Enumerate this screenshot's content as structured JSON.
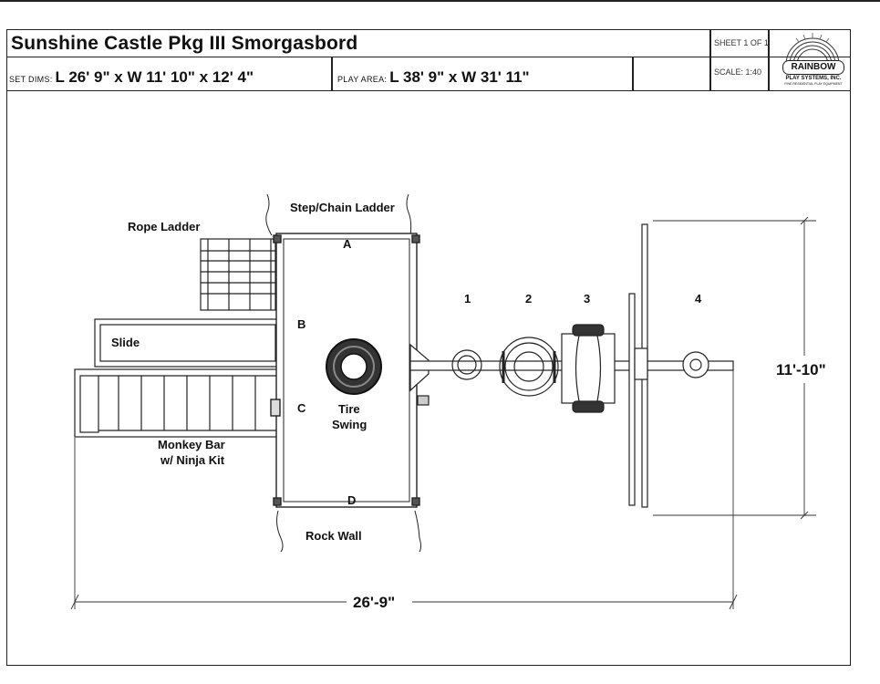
{
  "header": {
    "title": "Sunshine Castle Pkg III Smorgasbord",
    "sheet": "SHEET 1 OF 1",
    "scale": "SCALE: 1:40",
    "set_dims_label": "SET DIMS:",
    "set_dims_value": "L 26' 9\" x W 11' 10\" x 12' 4\"",
    "play_area_label": "PLAY AREA:",
    "play_area_value": "L 38' 9\" x W 31' 11\""
  },
  "logo": {
    "name": "RAINBOW",
    "sub": "PLAY SYSTEMS, INC.",
    "tagline": "FINE RESIDENTIAL PLAY EQUIPMENT"
  },
  "labels": {
    "step_chain_ladder": "Step/Chain Ladder",
    "rope_ladder": "Rope Ladder",
    "slide": "Slide",
    "monkey_bar_1": "Monkey Bar",
    "monkey_bar_2": "w/ Ninja Kit",
    "tire_1": "Tire",
    "tire_2": "Swing",
    "rock_wall": "Rock Wall",
    "a": "A",
    "b": "B",
    "c": "C",
    "d": "D",
    "pos1": "1",
    "pos2": "2",
    "pos3": "3",
    "pos4": "4"
  },
  "dimensions": {
    "width": "11'-10\"",
    "length": "26'-9\""
  }
}
